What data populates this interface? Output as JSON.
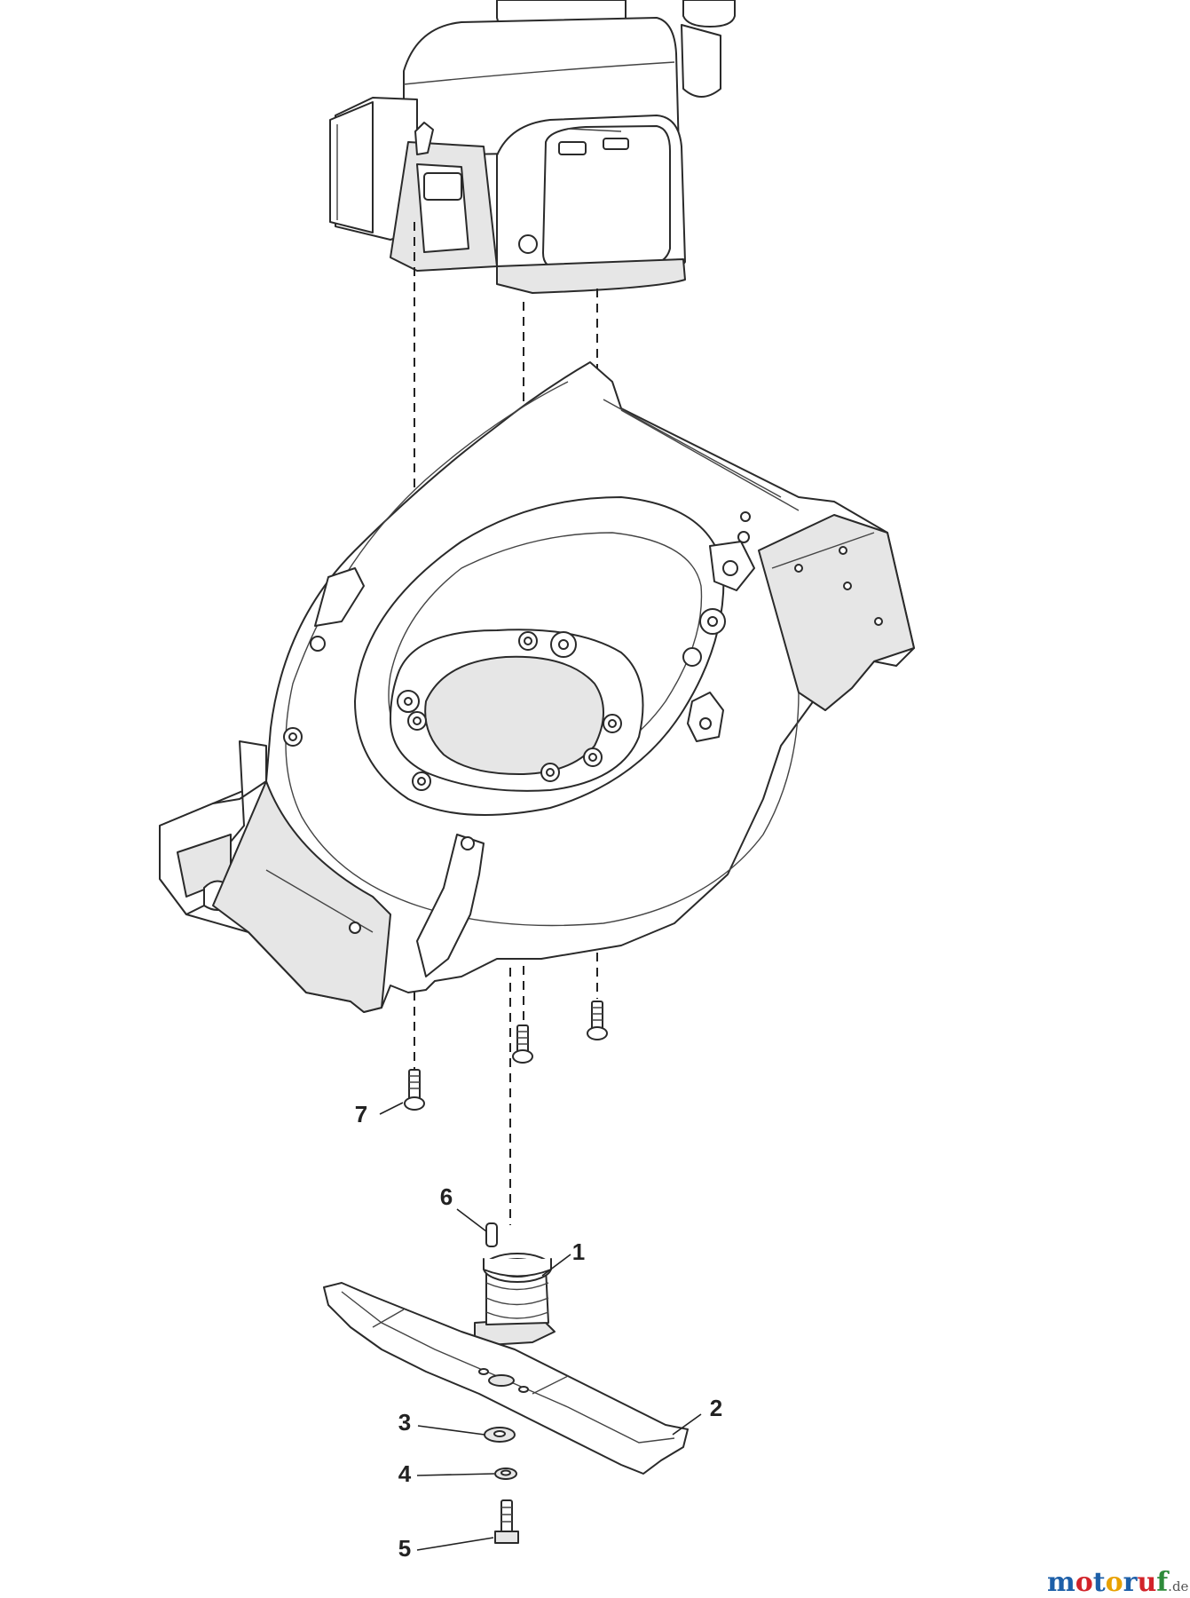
{
  "diagram": {
    "callouts": [
      {
        "id": "1",
        "label": "1"
      },
      {
        "id": "2",
        "label": "2"
      },
      {
        "id": "3",
        "label": "3"
      },
      {
        "id": "4",
        "label": "4"
      },
      {
        "id": "5",
        "label": "5"
      },
      {
        "id": "6",
        "label": "6"
      },
      {
        "id": "7",
        "label": "7"
      }
    ]
  },
  "watermark": {
    "letters": [
      "m",
      "o",
      "t",
      "o",
      "r",
      "u",
      "f"
    ],
    "suffix": ".de",
    "colors": [
      "#1d5fa8",
      "#d2232a",
      "#1d5fa8",
      "#e8a100",
      "#1d5fa8",
      "#d2232a",
      "#2e8b3a"
    ],
    "suffix_color": "#555555"
  }
}
